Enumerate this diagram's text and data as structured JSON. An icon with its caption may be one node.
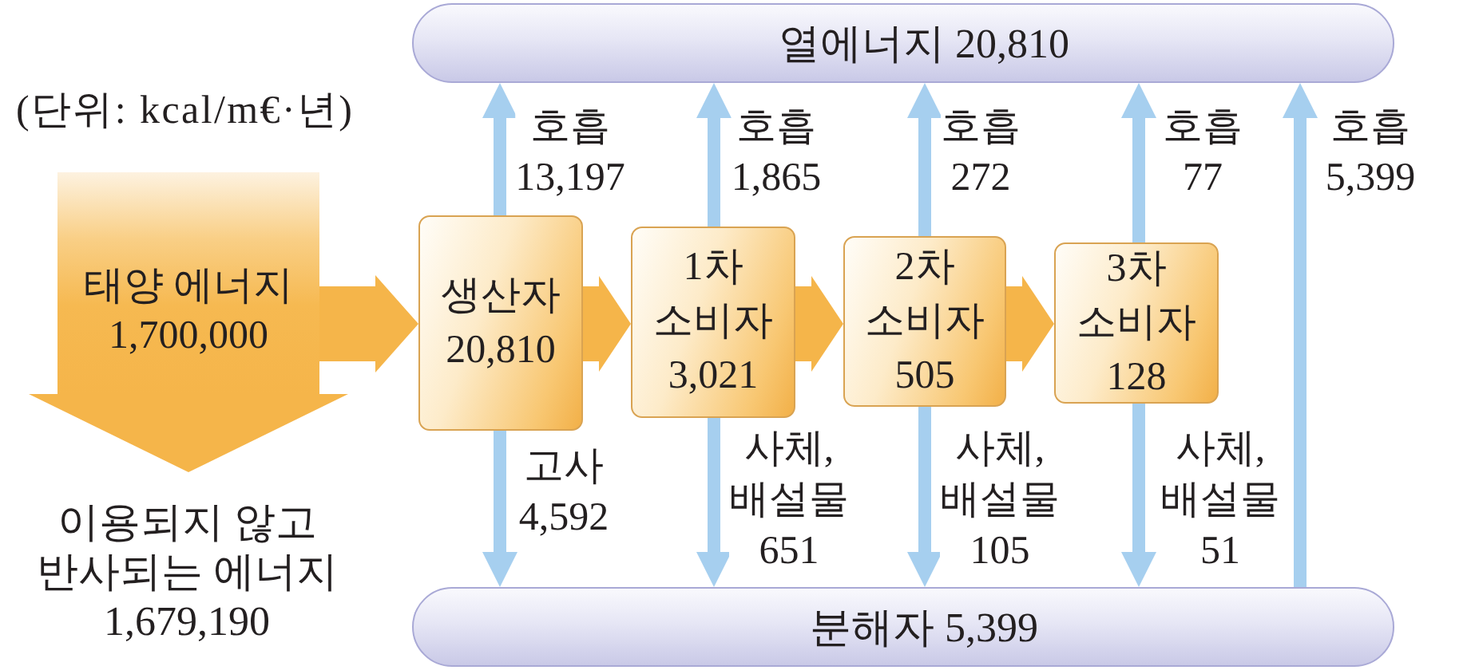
{
  "diagram": {
    "nodes": [
      {
        "text": [
          "열에너지 20,810"
        ]
      },
      {
        "text": [
          "태양 에너지",
          "1,700,000"
        ]
      },
      {
        "text": [
          "생산자",
          "20,810"
        ]
      },
      {
        "text": [
          "1차 소비자",
          "3,021"
        ]
      },
      {
        "text": [
          "2차 소비자",
          "505"
        ]
      },
      {
        "text": [
          "3차 소비자",
          "128"
        ]
      },
      {
        "text": [
          "분해자 5,399"
        ]
      },
      {
        "text": [
          "이용되지 않고 반사되는 에너지",
          "1,679,190"
        ]
      }
    ],
    "edges": [
      {
        "from": 1,
        "to": 2,
        "arrow": "to",
        "style": "thick",
        "color": "#f5b54a"
      },
      {
        "from": 1,
        "to": 7,
        "arrow": "to",
        "style": "thick",
        "color": "#f5b54a"
      },
      {
        "from": 2,
        "to": 3,
        "arrow": "to",
        "style": "thick",
        "color": "#f5b54a"
      },
      {
        "from": 3,
        "to": 4,
        "arrow": "to",
        "style": "thick",
        "color": "#f5b54a"
      },
      {
        "from": 4,
        "to": 5,
        "arrow": "to",
        "style": "thick",
        "color": "#f5b54a"
      },
      {
        "from": 2,
        "to": 0,
        "arrow": "to",
        "label": "호흡 13,197"
      },
      {
        "from": 3,
        "to": 0,
        "arrow": "to",
        "label": "호흡 1,865"
      },
      {
        "from": 4,
        "to": 0,
        "arrow": "to",
        "label": "호흡 272"
      },
      {
        "from": 5,
        "to": 0,
        "arrow": "to",
        "label": "호흡 77"
      },
      {
        "from": 6,
        "to": 0,
        "arrow": "to",
        "label": "호흡 5,399"
      },
      {
        "from": 2,
        "to": 6,
        "arrow": "to",
        "label": "고사 4,592"
      },
      {
        "from": 3,
        "to": 6,
        "arrow": "to",
        "label": "사체, 배설물 651"
      },
      {
        "from": 4,
        "to": 6,
        "arrow": "to",
        "label": "사체, 배설물 105"
      },
      {
        "from": 5,
        "to": 6,
        "arrow": "to",
        "label": "사체, 배설물 51"
      }
    ],
    "labels": [
      "(단위: kcal/m€·년)"
    ]
  }
}
